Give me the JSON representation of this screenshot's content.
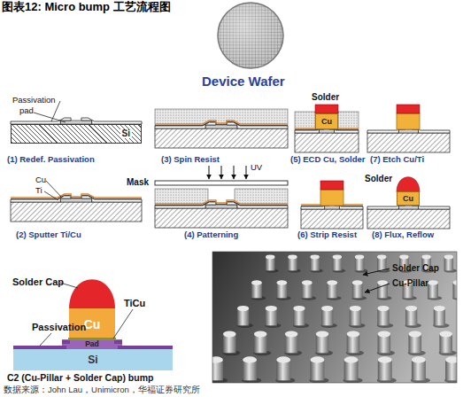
{
  "diagram": {
    "title": "图表12: Micro bump 工艺流程图",
    "caption": "数据来源：John Lau，Unimicron，华福证券研究所",
    "nodes": [
      {
        "text": [
          "Si"
        ]
      },
      {
        "text": [
          "Cu"
        ]
      },
      {
        "text": [
          "Cu"
        ]
      },
      {
        "text": [
          "Cu"
        ]
      },
      {
        "text": [
          "Pad"
        ]
      },
      {
        "text": [
          "Si"
        ]
      }
    ],
    "labels": [
      "Device Wafer",
      "Passivation",
      "pad",
      "(1) Redef. Passivation",
      "Cu",
      "Ti",
      "(2) Sputter Ti/Cu",
      "(3) Spin Resist",
      "Mask",
      "UV",
      "(4) Patterning",
      "Solder",
      "(5) ECD Cu, Solder",
      "(6) Strip Resist",
      "(7) Etch Cu/Ti",
      "Solder",
      "(8) Flux, Reflow",
      "Solder Cap",
      "TiCu",
      "Passivation",
      "C2 (Cu-Pillar + Solder Cap) bump",
      "Solder Cap",
      "Cu-Pillar"
    ]
  }
}
